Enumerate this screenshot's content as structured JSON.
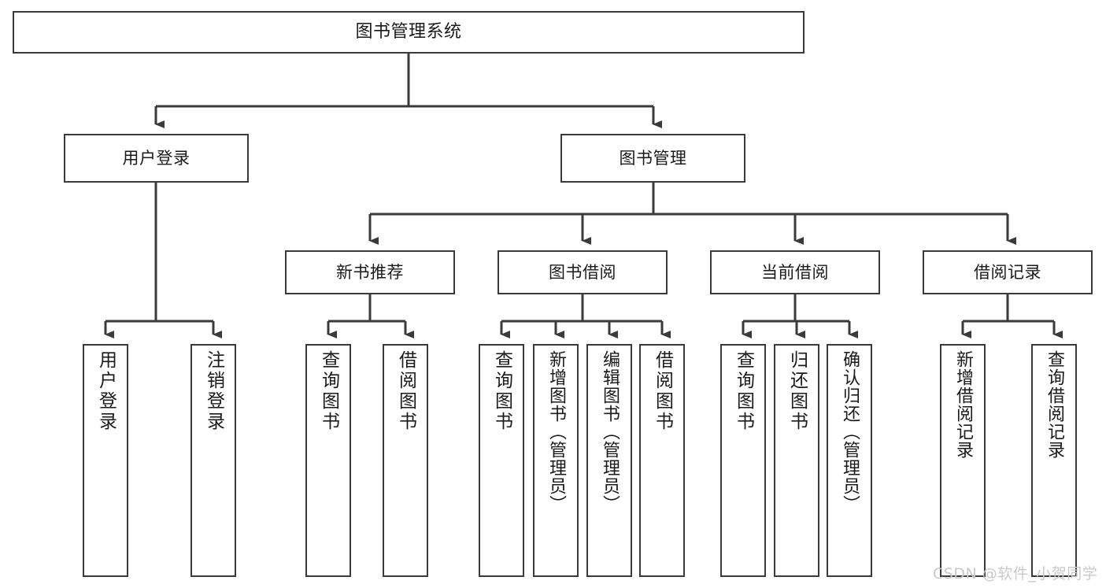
{
  "diagram": {
    "title": "图书管理系统",
    "type": "hierarchy-tree",
    "background_color": "#ffffff",
    "node_border_color": "#3a3a3a",
    "node_fill_color": "#ffffff",
    "edge_color": "#3a3a3a"
  },
  "nodes": {
    "root": {
      "label": "图书管理系统"
    },
    "level2": [
      {
        "label": "用户登录"
      },
      {
        "label": "图书管理"
      }
    ],
    "level3": [
      {
        "label": "新书推荐"
      },
      {
        "label": "图书借阅"
      },
      {
        "label": "当前借阅"
      },
      {
        "label": "借阅记录"
      }
    ],
    "leaves": {
      "user_login": [
        {
          "label": "用户登录"
        },
        {
          "label": "注销登录"
        }
      ],
      "new_book_recommend": [
        {
          "label": "查询图书"
        },
        {
          "label": "借阅图书"
        }
      ],
      "book_borrow": [
        {
          "label": "查询图书"
        },
        {
          "label": "新增图书（管理员）"
        },
        {
          "label": "编辑图书（管理员）"
        },
        {
          "label": "借阅图书"
        }
      ],
      "current_borrow": [
        {
          "label": "查询图书"
        },
        {
          "label": "归还图书"
        },
        {
          "label": "确认归还（管理员）"
        }
      ],
      "borrow_record": [
        {
          "label": "新增借阅记录"
        },
        {
          "label": "查询借阅记录"
        }
      ]
    }
  },
  "watermark": {
    "text": "CSDN @软件_小贺同学"
  }
}
